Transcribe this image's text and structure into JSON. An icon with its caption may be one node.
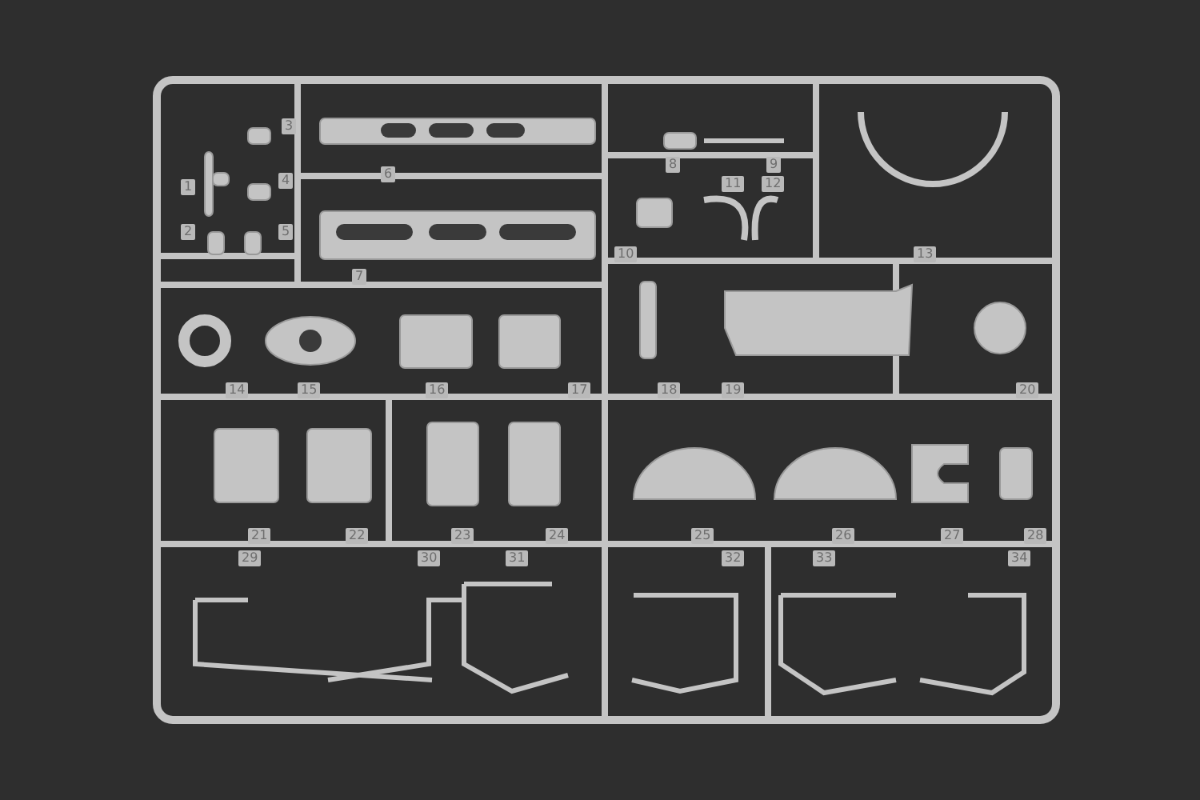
{
  "diagram": {
    "labels": [
      "1",
      "2",
      "3",
      "4",
      "5",
      "6",
      "7",
      "8",
      "9",
      "10",
      "11",
      "12",
      "13",
      "14",
      "15",
      "16",
      "17",
      "18",
      "19",
      "20",
      "21",
      "22",
      "23",
      "24",
      "25",
      "26",
      "27",
      "28",
      "29",
      "30",
      "31",
      "32",
      "33",
      "34"
    ]
  }
}
